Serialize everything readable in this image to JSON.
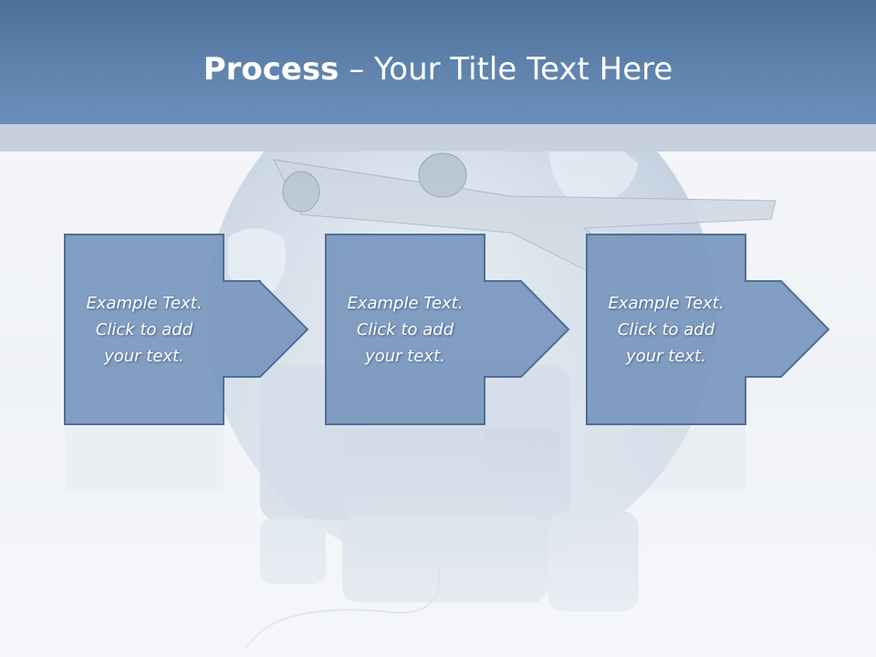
{
  "title": {
    "bold": "Process",
    "rest": " – Your Title Text Here"
  },
  "steps": [
    {
      "text": "Example Text. Click  to add your text."
    },
    {
      "text": "Example Text. Click  to add your text."
    },
    {
      "text": "Example Text. Click  to add your text."
    }
  ],
  "colors": {
    "header": "#5f83ad",
    "box_fill": "#7b99bf",
    "box_stroke": "#4f6f96",
    "text": "#ffffff"
  }
}
